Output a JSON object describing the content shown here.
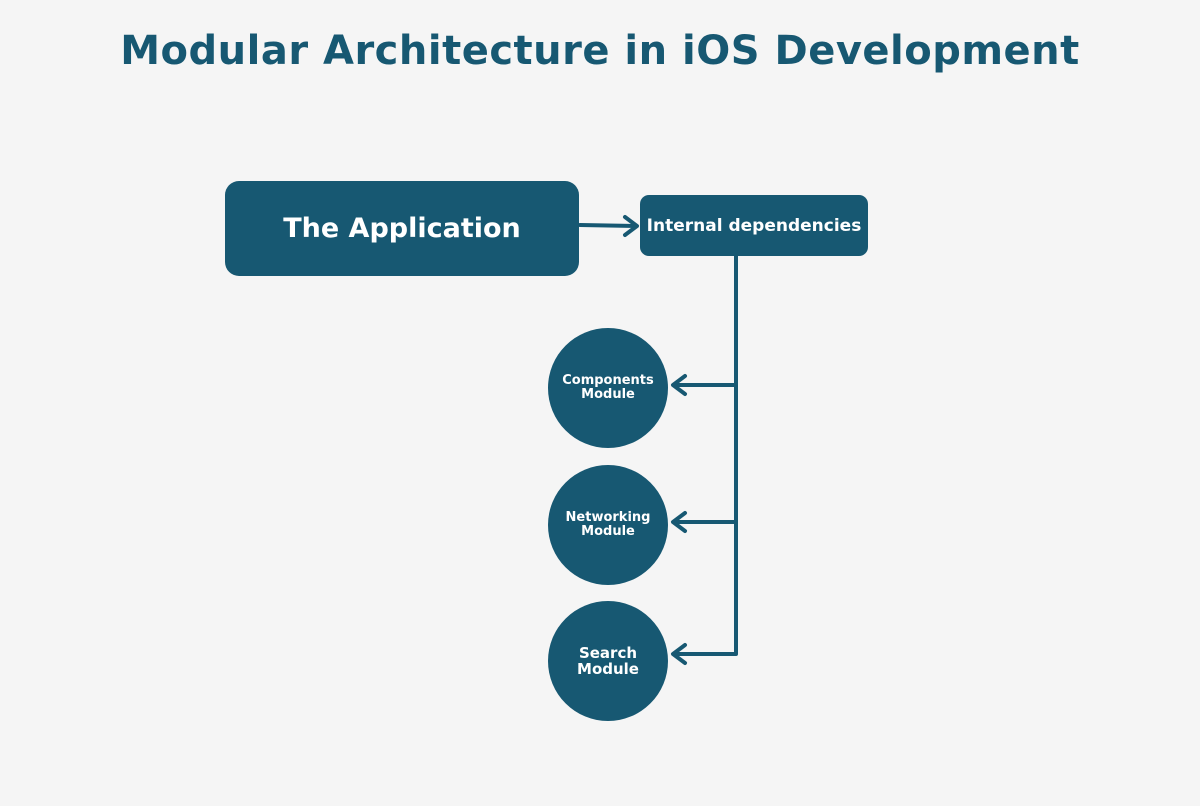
{
  "title": "Modular Architecture in iOS Development",
  "colors": {
    "primary": "#175872",
    "background": "#f5f5f5",
    "text_on_primary": "#ffffff"
  },
  "application": {
    "label": "The Application"
  },
  "dependencies": {
    "label": "Internal dependencies"
  },
  "modules": [
    {
      "label": "Components\nModule"
    },
    {
      "label": "Networking\nModule"
    },
    {
      "label": "Search\nModule"
    }
  ]
}
